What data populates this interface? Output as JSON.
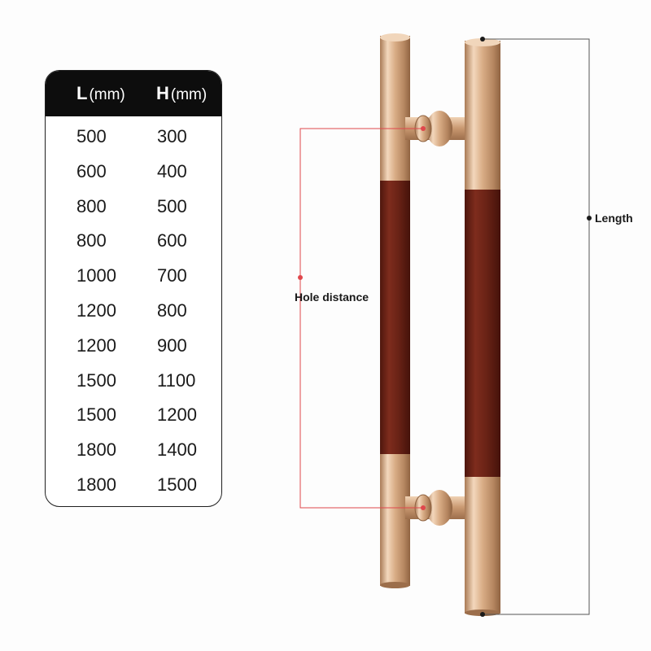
{
  "table": {
    "headers": {
      "length": {
        "letter": "L",
        "unit": "(mm)"
      },
      "hole": {
        "letter": "H",
        "unit": "(mm)"
      }
    },
    "rows": [
      {
        "l": "500",
        "h": "300"
      },
      {
        "l": "600",
        "h": "400"
      },
      {
        "l": "800",
        "h": "500"
      },
      {
        "l": "800",
        "h": "600"
      },
      {
        "l": "1000",
        "h": "700"
      },
      {
        "l": "1200",
        "h": "800"
      },
      {
        "l": "1200",
        "h": "900"
      },
      {
        "l": "1500",
        "h": "1100"
      },
      {
        "l": "1500",
        "h": "1200"
      },
      {
        "l": "1800",
        "h": "1400"
      },
      {
        "l": "1800",
        "h": "1500"
      }
    ]
  },
  "labels": {
    "hole_distance": "Hole distance",
    "length": "Length"
  },
  "colors": {
    "gold": "#d8b08e",
    "wood": "#6e2418",
    "hole_line": "#e0474c",
    "length_line": "#555555",
    "header_bg": "#0d0d0d"
  }
}
